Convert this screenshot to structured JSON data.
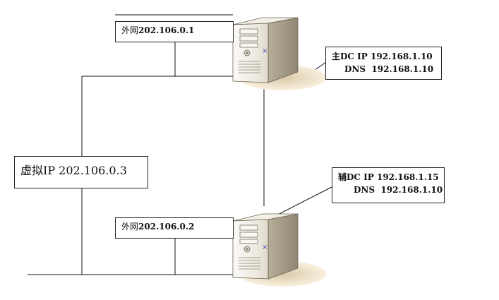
{
  "server_top": {
    "outer_label_prefix": "外网",
    "outer_label_ip": "202.106.0.1",
    "role_label": "主DC",
    "ip_label": "IP 192.168.1.10",
    "dns_label": "DNS",
    "dns_ip": "192.168.1.10",
    "status_mark": "×"
  },
  "server_bottom": {
    "outer_label_prefix": "外网",
    "outer_label_ip": "202.106.0.2",
    "role_label": "辅DC",
    "ip_label": "IP 192.168.1.15",
    "dns_label": "DNS",
    "dns_ip": "192.168.1.10",
    "status_mark": "×"
  },
  "virtual_ip": {
    "label": "虚拟IP 202.106.0.3"
  },
  "colors": {
    "line": "#111111",
    "server_body_light": "#f1eee6",
    "server_body_mid": "#d5cfbf",
    "server_body_dark": "#a9a28f",
    "shadow": "#e7dcc5"
  },
  "icons": {
    "server": "server-tower-icon",
    "status": "x-mark-icon"
  }
}
